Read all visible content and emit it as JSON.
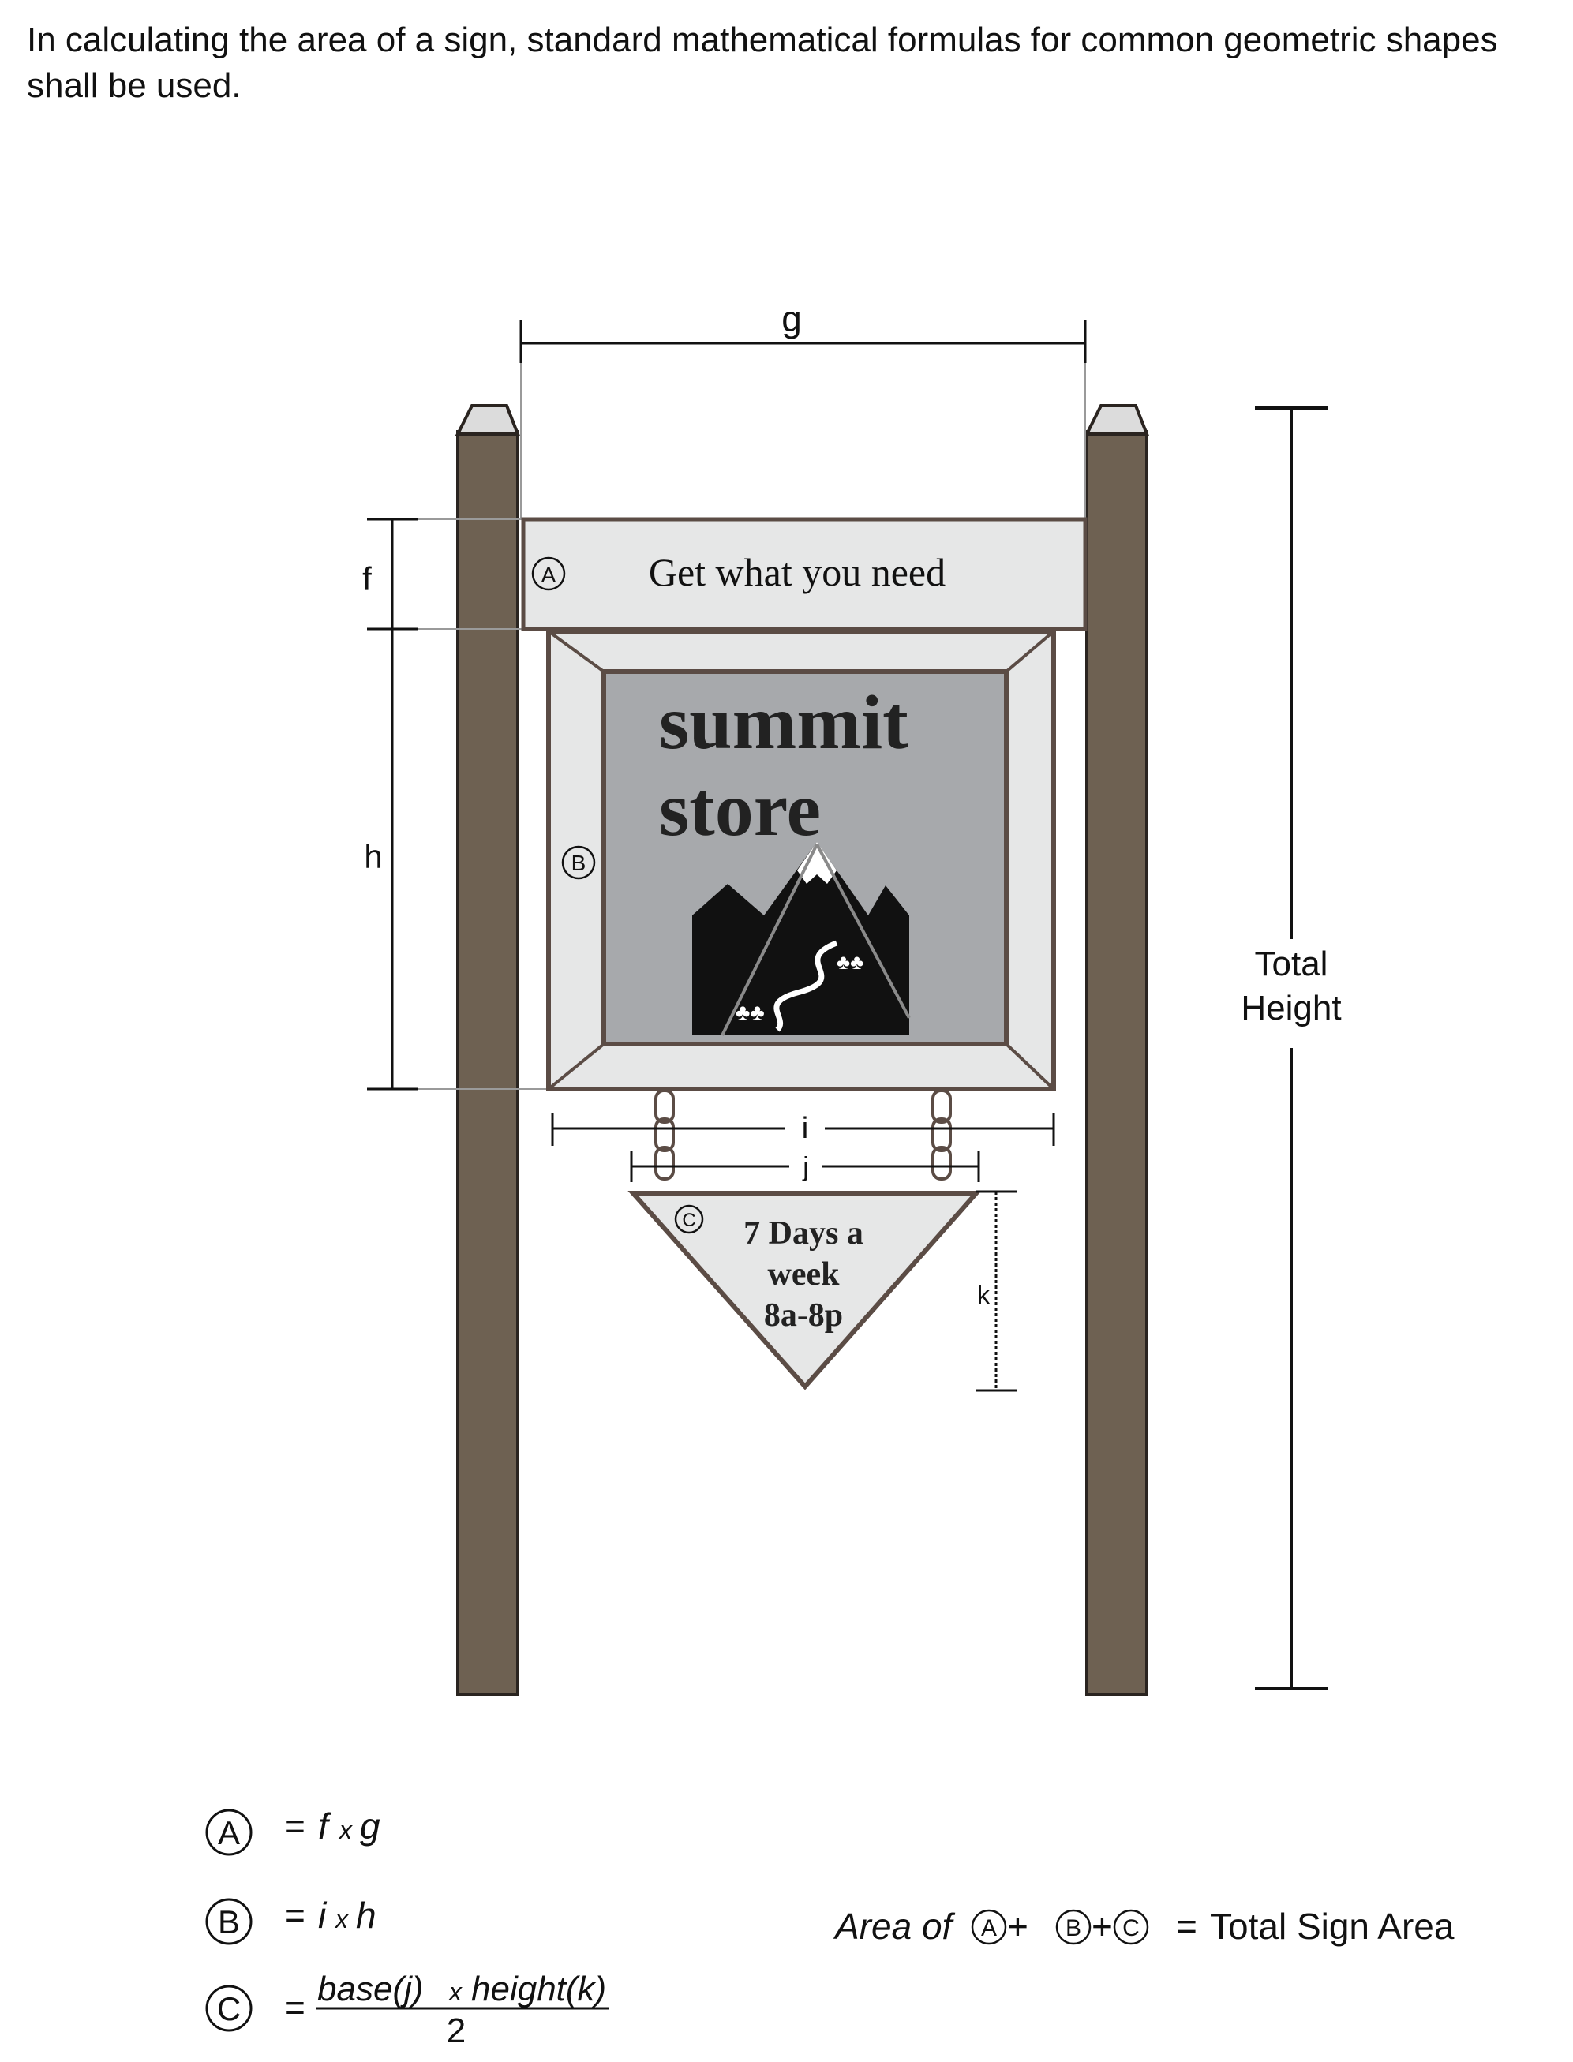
{
  "intro_text": "In calculating the area of a sign, standard mathematical formulas for common geometric shapes shall be used.",
  "colors": {
    "post": "#6e6152",
    "post_cap": "#dcdcdc",
    "panel_light": "#e6e7e7",
    "panel_gray": "#a7a9ac",
    "outline": "#5b4c45",
    "dimension_line": "#111111",
    "extension_line": "#9a9a9a"
  },
  "dimensions": {
    "g": "g",
    "f": "f",
    "h": "h",
    "i": "i",
    "j": "j",
    "k": "k",
    "total_height_line1": "Total",
    "total_height_line2": "Height"
  },
  "sign_a": {
    "marker": "A",
    "text": "Get what you need"
  },
  "sign_b": {
    "marker": "B",
    "title_line1": "summit",
    "title_line2": "store",
    "logo_icon": "mountain-logo-icon"
  },
  "sign_c": {
    "marker": "C",
    "line1": "7 Days a",
    "line2": "week",
    "line3": "8a-8p"
  },
  "formulas": {
    "a": {
      "marker": "A",
      "eq": "=",
      "f": "f",
      "times": "x",
      "g": "g"
    },
    "b": {
      "marker": "B",
      "eq": "=",
      "i": "i",
      "times": "x",
      "h": "h"
    },
    "c": {
      "marker": "C",
      "eq": "=",
      "numerator_base": "base(j)",
      "times": "x",
      "numerator_height": "height(k)",
      "denominator": "2"
    }
  },
  "total_area": {
    "prefix": "Area of",
    "marker_a": "A",
    "plus1": "+",
    "marker_b": "B",
    "plus2": "+",
    "marker_c": "C",
    "equals": "=",
    "result": "Total Sign Area"
  }
}
